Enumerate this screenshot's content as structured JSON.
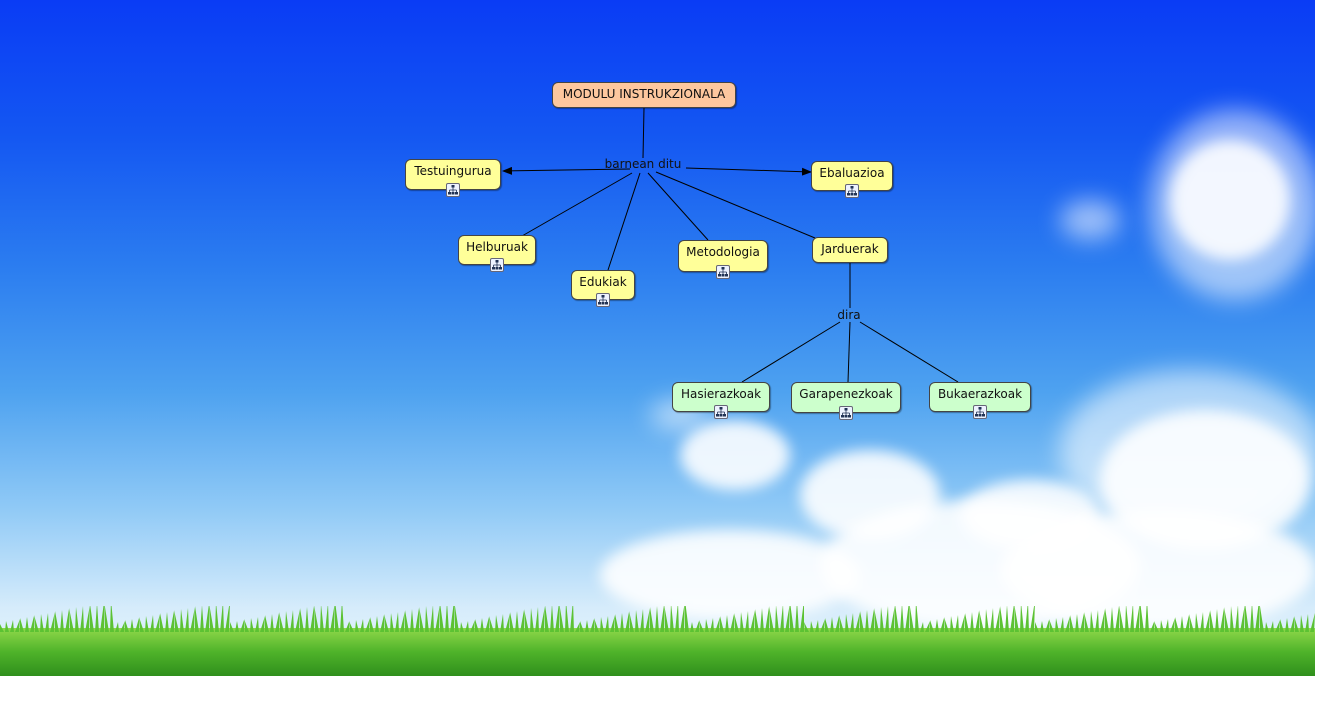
{
  "concept_map": {
    "root": "MODULU INSTRUKZIONALA",
    "linking_phrases": {
      "main": "barnean ditu",
      "activities": "dira"
    },
    "concepts": {
      "testuingurua": "Testuingurua",
      "ebaluazioa": "Ebaluazioa",
      "helburuak": "Helburuak",
      "edukiak": "Edukiak",
      "metodologia": "Metodologia",
      "jarduerak": "Jarduerak",
      "hasierazkoak": "Hasierazkoak",
      "garapenezkoak": "Garapenezkoak",
      "bukaerazkoak": "Bukaerazkoak"
    },
    "colors": {
      "root": "#fdc79e",
      "concept": "#ffff99",
      "activity": "#ccffcc"
    },
    "submap_icon": "submap-icon"
  }
}
